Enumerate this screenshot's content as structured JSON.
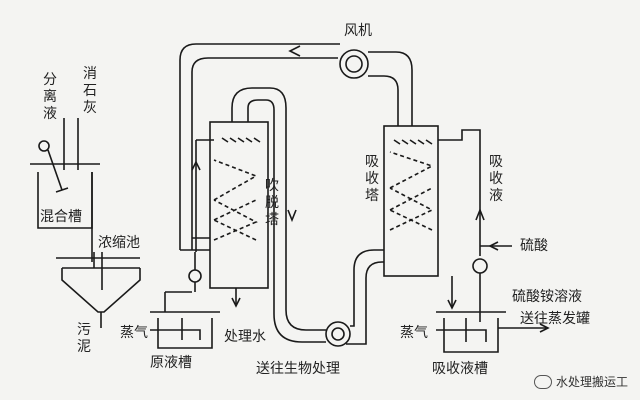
{
  "labels": {
    "separation_liquid": "分离液",
    "lime": "消石灰",
    "mixing_tank": "混合槽",
    "thickener": "浓缩池",
    "sludge": "污泥",
    "steam_left": "蒸气",
    "raw_liquid_tank": "原液槽",
    "treated_water": "处理水",
    "to_bio_treatment": "送往生物处理",
    "stripping_tower": "吹脱塔",
    "fan": "风机",
    "absorption_tower": "吸收塔",
    "absorption_liquid": "吸收液",
    "sulfuric_acid": "硫酸",
    "ammonium_sulfate": "硫酸铵溶液",
    "to_evaporator": "送往蒸发罐",
    "steam_right": "蒸气",
    "absorption_tank": "吸收液槽"
  },
  "watermark": {
    "text": "水处理搬运工",
    "icon": "wechat-icon"
  },
  "colors": {
    "line": "#1a1a1a",
    "background": "#f4f4f2"
  }
}
